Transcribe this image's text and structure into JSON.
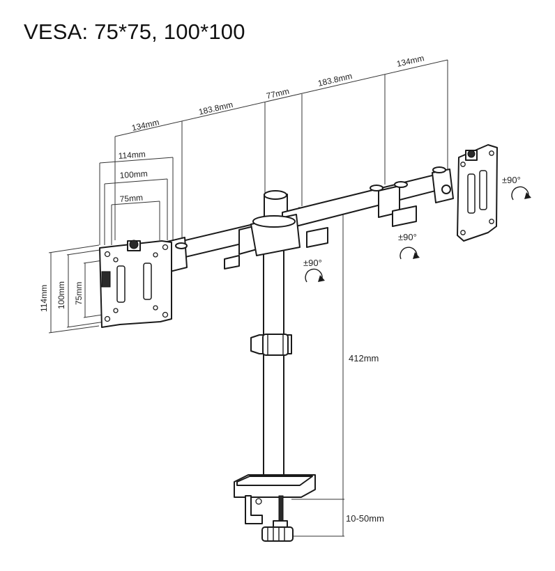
{
  "title": "VESA: 75*75, 100*100",
  "dimensions": {
    "arm_left_outer": "134mm",
    "arm_left_inner": "183.8mm",
    "pole_diameter": "77mm",
    "arm_right_inner": "183.8mm",
    "arm_right_outer": "134mm",
    "plate_width_114": "114mm",
    "plate_width_100": "100mm",
    "plate_width_75": "75mm",
    "plate_height_114": "114mm",
    "plate_height_100": "100mm",
    "plate_height_75": "75mm",
    "pole_height": "412mm",
    "clamp_range": "10-50mm"
  },
  "rotations": {
    "right_head": "±90°",
    "right_arm": "±90°",
    "left_arm": "±90°"
  }
}
